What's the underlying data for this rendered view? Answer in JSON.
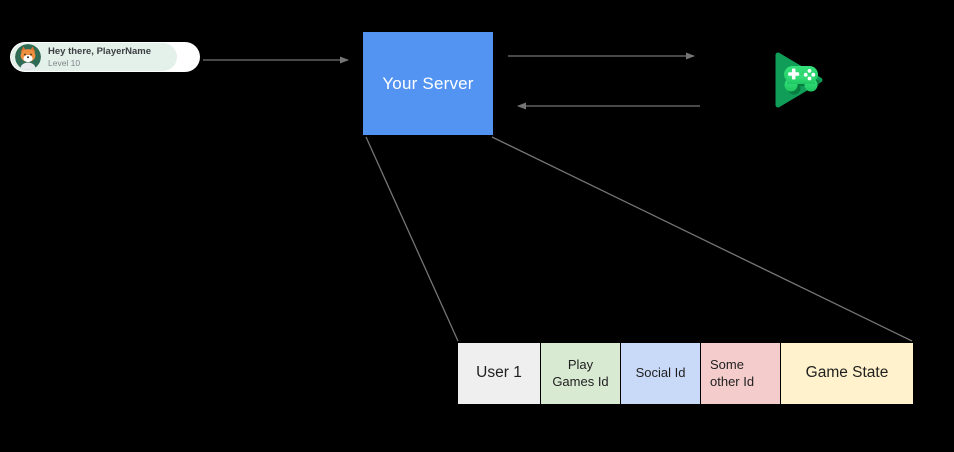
{
  "canvas": {
    "background": "#000000"
  },
  "player_card": {
    "greeting": "Hey there, PlayerName",
    "level": "Level 10",
    "avatar_icon": "fox-avatar-icon",
    "card_color": "#ffffff",
    "highlight_color": "#e4f0ea",
    "avatar_bg_color": "#2f6b55"
  },
  "server_box": {
    "label": "Your Server",
    "color": "#5394f2",
    "text_color": "#ffffff"
  },
  "play_games": {
    "icon": "google-play-games-icon",
    "triangle_color": "#0f9d58",
    "gamepad_color": "#2dd96d",
    "detail_color": "#ffffff"
  },
  "connectors": {
    "color": "#757575",
    "items": [
      {
        "name": "arrow-card-to-server",
        "from": "player-card",
        "to": "server-box",
        "arrowhead": "end"
      },
      {
        "name": "arrow-server-to-playgames",
        "from": "server-box",
        "to": "play-games-icon",
        "arrowhead": "end"
      },
      {
        "name": "arrow-playgames-to-server",
        "from": "play-games-icon",
        "to": "server-box",
        "arrowhead": "end"
      },
      {
        "name": "line-server-to-table-left",
        "from": "server-box",
        "to": "user-table",
        "arrowhead": "none"
      },
      {
        "name": "line-server-to-table-right",
        "from": "server-box",
        "to": "user-table",
        "arrowhead": "none"
      }
    ]
  },
  "table": {
    "border_color": "#000000",
    "text_color": "#1f1f1f",
    "cells": [
      {
        "label": "User 1",
        "color": "#efefef"
      },
      {
        "label": "Play Games Id",
        "color": "#d9ead3"
      },
      {
        "label": "Social Id",
        "color": "#c9daf8"
      },
      {
        "label": "Some other Id",
        "color": "#f4cccc"
      },
      {
        "label": "Game State",
        "color": "#fff2cc"
      }
    ]
  }
}
